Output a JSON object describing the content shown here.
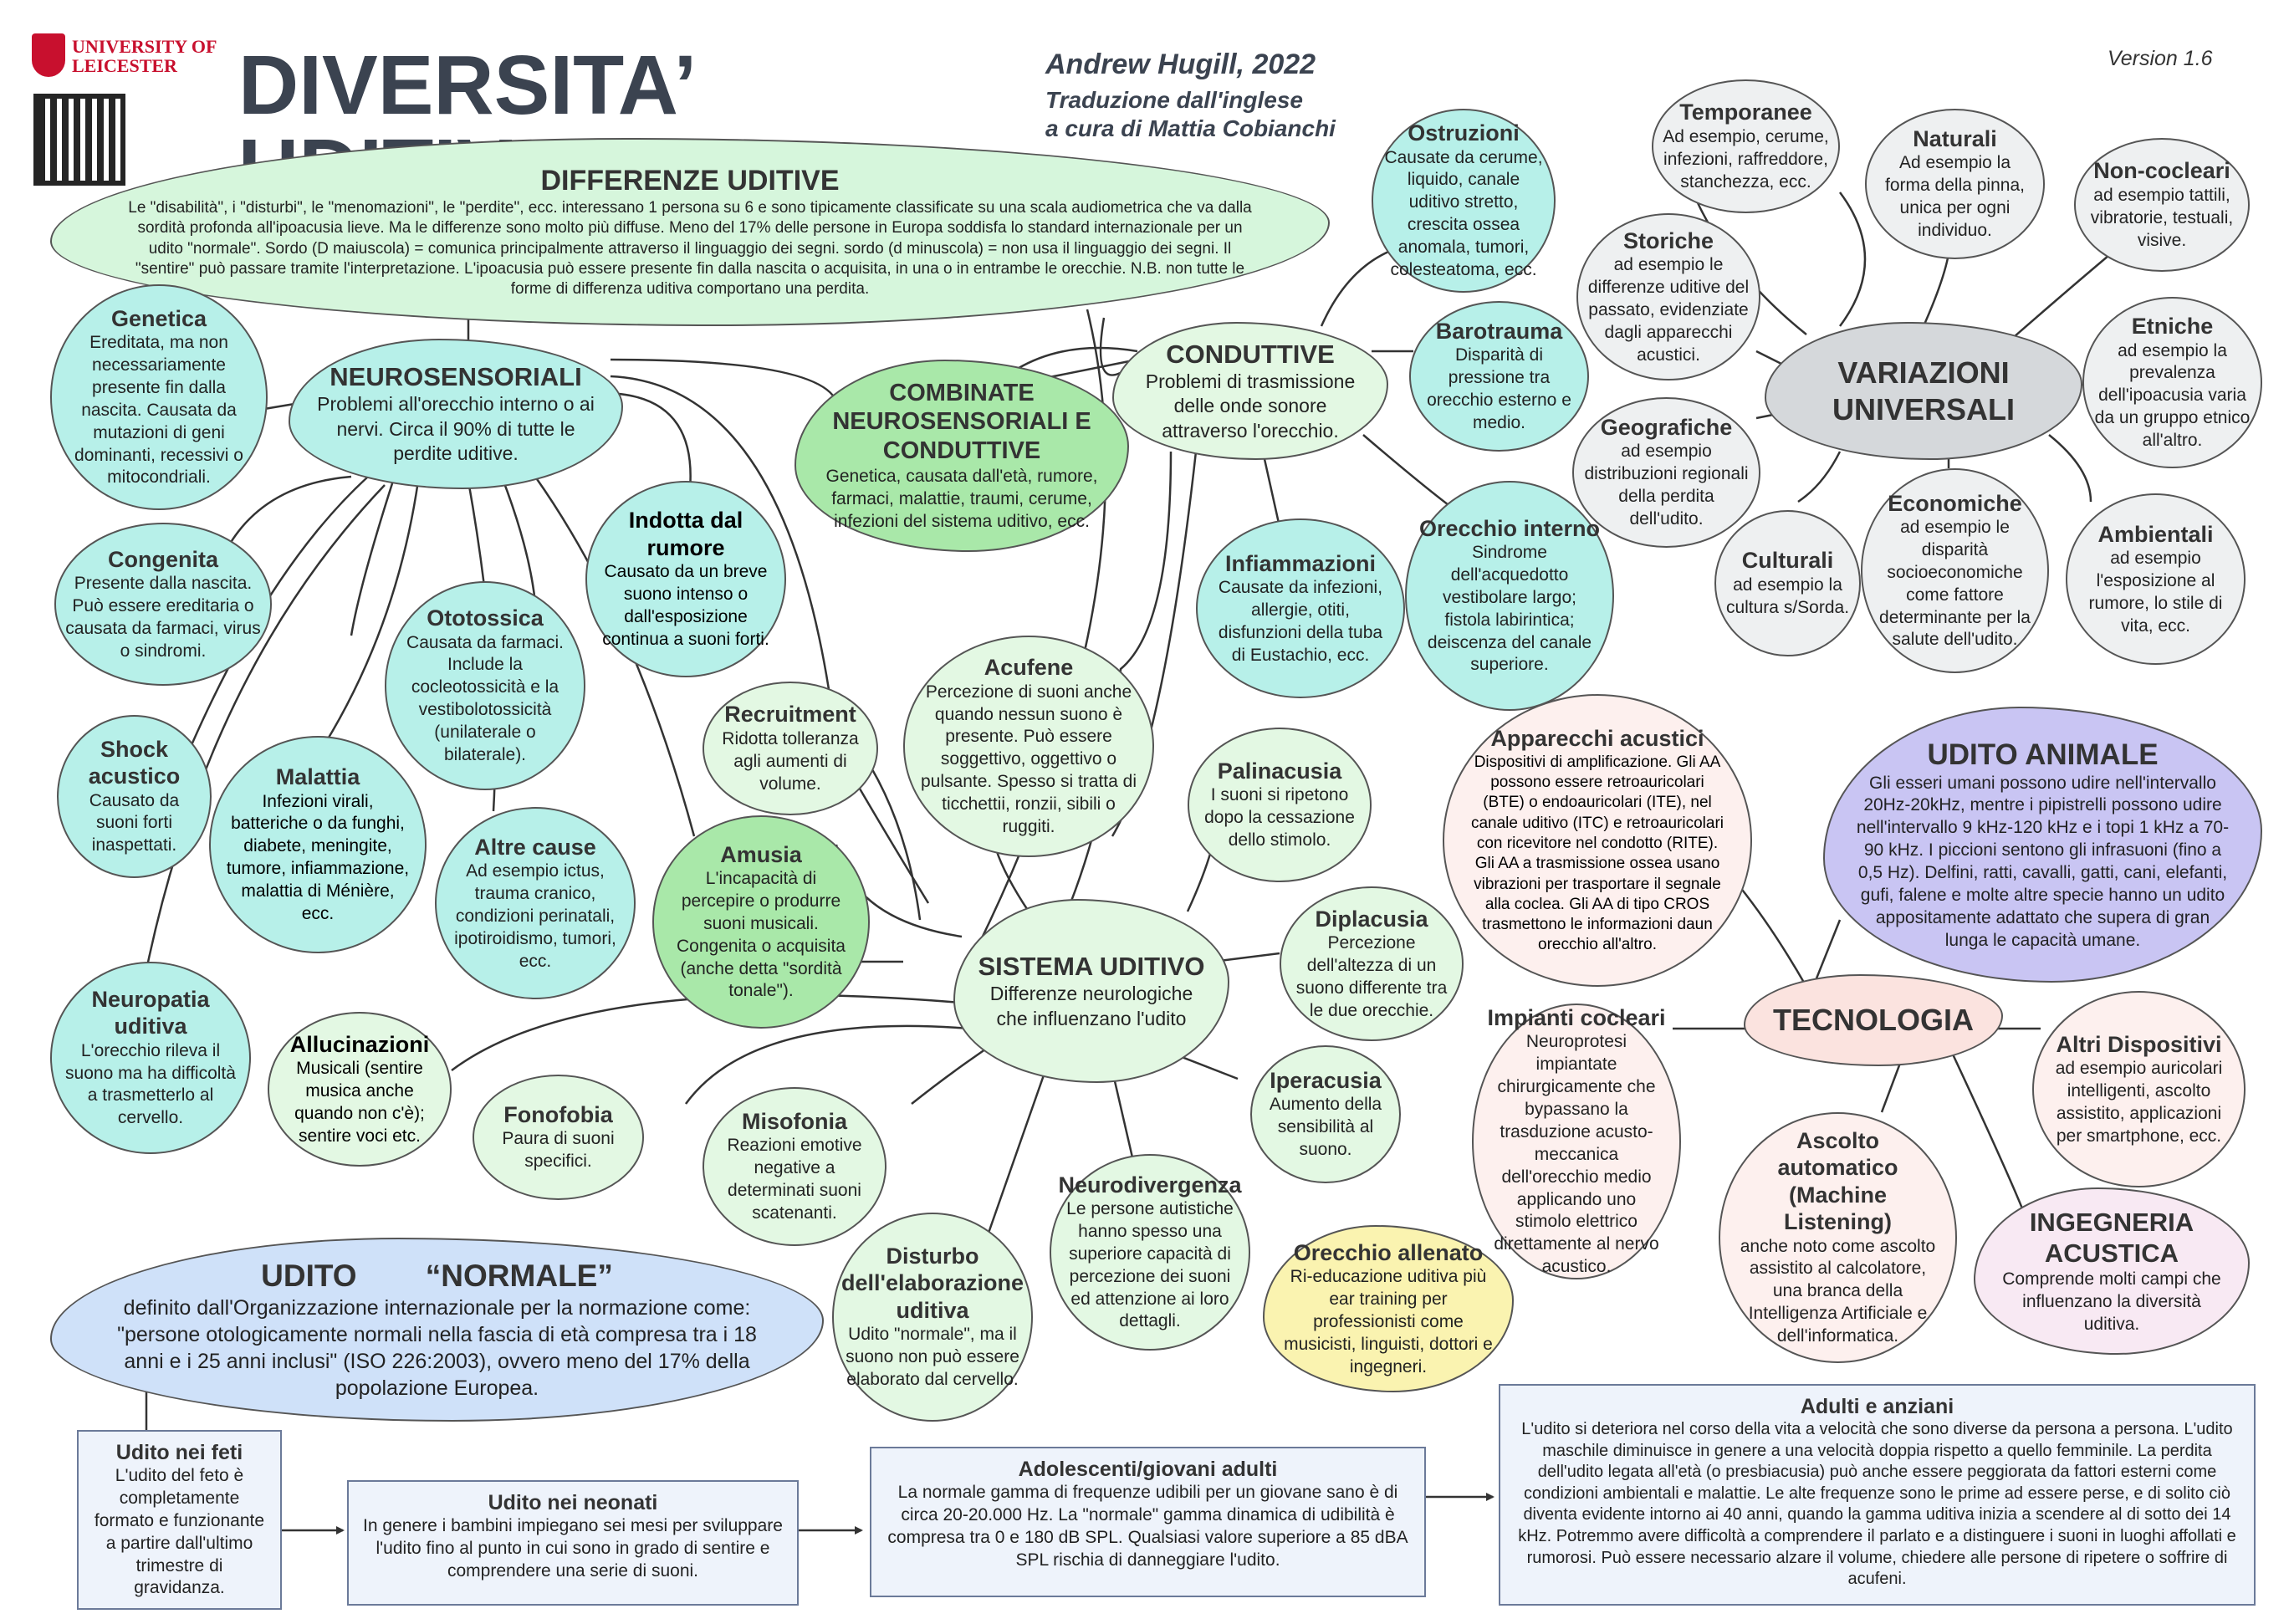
{
  "header": {
    "university": "UNIVERSITY OF LEICESTER",
    "title": "DIVERSITA’ UDITIVA",
    "author": "Andrew Hugill, 2022",
    "translation1": "Traduzione dall'inglese",
    "translation2": "a cura di Mattia Cobianchi",
    "version": "Version 1.6"
  },
  "differenze": {
    "title": "DIFFERENZE UDITIVE",
    "text": "Le \"disabilità\", i \"disturbi\", le \"menomazioni\", le \"perdite\", ecc. interessano 1 persona su 6 e sono tipicamente classificate su una scala audiometrica che va dalla sordità profonda all'ipoacusia lieve. Ma le differenze sono molto più diffuse. Meno del 17% delle persone in Europa soddisfa lo standard internazionale per un udito \"normale\". Sordo (D maiuscola) = comunica principalmente attraverso il linguaggio dei segni. sordo (d minuscola) = non usa il linguaggio dei segni. Il \"sentire\" può passare tramite l'interpretazione. L'ipoacusia può essere presente fin dalla nascita o acquisita, in una o in entrambe le orecchie. N.B. non tutte le forme di differenza uditiva comportano una perdita."
  },
  "nodes": {
    "genetica": {
      "title": "Genetica",
      "text": "Ereditata, ma non necessariamente presente fin dalla nascita. Causata da mutazioni di geni dominanti, recessivi o mitocondriali."
    },
    "neurosensoriali": {
      "title": "NEUROSENSORIALI",
      "text": "Problemi all'orecchio interno o ai nervi. Circa il 90% di tutte le perdite uditive."
    },
    "combinate": {
      "title": "COMBINATE NEUROSENSORIALI E CONDUTTIVE",
      "text": "Genetica, causata dall'età, rumore, farmaci, malattie, traumi, cerume, infezioni del sistema uditivo, ecc."
    },
    "conduttive": {
      "title": "CONDUTTIVE",
      "text": "Problemi di trasmissione delle onde sonore attraverso l'orecchio."
    },
    "ostruzioni": {
      "title": "Ostruzioni",
      "text": "Causate da cerume, liquido, canale uditivo stretto, crescita ossea anomala, tumori, colesteatoma, ecc."
    },
    "barotrauma": {
      "title": "Barotrauma",
      "text": "Disparità di pressione tra orecchio esterno e medio."
    },
    "congenita": {
      "title": "Congenita",
      "text": "Presente dalla nascita. Può essere ereditaria o causata da farmaci, virus o sindromi."
    },
    "indotta": {
      "title": "Indotta dal rumore",
      "text": "Causato da un breve suono intenso o dall'esposizione continua a suoni forti."
    },
    "ototossica": {
      "title": "Ototossica",
      "text": "Causata da farmaci. Include la cocleotossicità e la vestibolotossicità (unilaterale o bilaterale)."
    },
    "infiammazioni": {
      "title": "Infiammazioni",
      "text": "Causate da infezioni, allergie, otiti, disfunzioni della tuba di Eustachio, ecc."
    },
    "orecchio_interno": {
      "title": "Orecchio interno",
      "text": "Sindrome dell'acquedotto vestibolare largo; fistola labirintica; deiscenza del canale superiore."
    },
    "shock": {
      "title": "Shock acustico",
      "text": "Causato da suoni forti inaspettati."
    },
    "malattia": {
      "title": "Malattia",
      "text": "Infezioni virali, batteriche o da funghi, diabete, meningite, tumore, infiammazione, malattia di Ménière, ecc."
    },
    "recruitment": {
      "title": "Recruitment",
      "text": "Ridotta tolleranza agli aumenti di volume."
    },
    "acufene": {
      "title": "Acufene",
      "text": "Percezione di suoni anche quando nessun suono è presente. Può essere soggettivo, oggettivo o pulsante. Spesso si tratta di ticchettii, ronzii, sibili o ruggiti."
    },
    "palinacusia": {
      "title": "Palinacusia",
      "text": "I suoni si ripetono dopo la cessazione dello stimolo."
    },
    "altre": {
      "title": "Altre cause",
      "text": "Ad esempio ictus, trauma cranico, condizioni perinatali, ipotiroidismo, tumori, ecc."
    },
    "amusia": {
      "title": "Amusia",
      "text": "L'incapacità di percepire o produrre suoni musicali. Congenita o acquisita (anche detta \"sordità tonale\")."
    },
    "sistema": {
      "title": "SISTEMA UDITIVO",
      "text": "Differenze neurologiche che influenzano l'udito"
    },
    "diplacusia": {
      "title": "Diplacusia",
      "text": "Percezione dell'altezza di un suono differente tra le due orecchie."
    },
    "neuropatia": {
      "title": "Neuropatia uditiva",
      "text": "L'orecchio rileva il suono ma ha difficoltà a trasmetterlo al cervello."
    },
    "allucinazioni": {
      "title": "Allucinazioni",
      "text": "Musicali (sentire musica anche quando non c'è); sentire voci etc."
    },
    "fonofobia": {
      "title": "Fonofobia",
      "text": "Paura di suoni specifici."
    },
    "misofonia": {
      "title": "Misofonia",
      "text": "Reazioni emotive negative a determinati suoni scatenanti."
    },
    "iperacusia": {
      "title": "Iperacusia",
      "text": "Aumento della sensibilità al suono."
    },
    "neurodivergenza": {
      "title": "Neurodivergenza",
      "text": "Le persone autistiche hanno spesso una superiore capacità di percezione dei suoni ed attenzione ai loro dettagli."
    },
    "disturbo": {
      "title": "Disturbo dell'elaborazione uditiva",
      "text": "Udito \"normale\", ma il suono non può essere elaborato dal cervello."
    },
    "allenato": {
      "title": "Orecchio allenato",
      "text": "Ri-educazione uditiva più ear training per professionisti come musicisti, linguisti, dottori e ingegneri."
    },
    "temporanee": {
      "title": "Temporanee",
      "text": "Ad esempio, cerume, infezioni, raffreddore, stanchezza, ecc."
    },
    "naturali": {
      "title": "Naturali",
      "text": "Ad esempio la forma della pinna, unica per ogni individuo."
    },
    "noncocleari": {
      "title": "Non-cocleari",
      "text": "ad esempio tattili, vibratorie, testuali, visive."
    },
    "storiche": {
      "title": "Storiche",
      "text": "ad esempio le differenze uditive del passato, evidenziate dagli apparecchi acustici."
    },
    "variazioni": {
      "title": "VARIAZIONI UNIVERSALI"
    },
    "etniche": {
      "title": "Etniche",
      "text": "ad esempio la prevalenza dell'ipoacusia varia da un gruppo etnico all'altro."
    },
    "geografiche": {
      "title": "Geografiche",
      "text": "ad esempio distribuzioni regionali della perdita dell'udito."
    },
    "culturali": {
      "title": "Culturali",
      "text": "ad esempio la cultura s/Sorda."
    },
    "economiche": {
      "title": "Economiche",
      "text": "ad esempio le disparità socioeconomiche come fattore determinante per la salute dell'udito."
    },
    "ambientali": {
      "title": "Ambientali",
      "text": "ad esempio l'esposizione al rumore, lo stile di vita, ecc."
    },
    "apparecchi": {
      "title": "Apparecchi acustici",
      "text": "Dispositivi di amplificazione. Gli AA possono essere retroauricolari (BTE) o endoauricolari (ITE), nel canale uditivo (ITC) e retroauricolari con ricevitore nel condotto (RITE). Gli AA a trasmissione ossea usano vibrazioni per trasportare il segnale alla coclea. Gli AA di tipo CROS trasmettono le informazioni daun orecchio all'altro."
    },
    "animale": {
      "title": "UDITO ANIMALE",
      "text": "Gli esseri umani possono udire nell'intervallo 20Hz-20kHz, mentre i pipistrelli possono udire nell'intervallo 9 kHz-120 kHz e i topi 1 kHz a 70-90 kHz. I piccioni sentono gli infrasuoni (fino a 0,5 Hz). Delfini, ratti, cavalli, gatti, cani, elefanti, gufi, falene e molte altre specie hanno un udito appositamente adattato che supera di gran lunga le capacità umane."
    },
    "tecnologia": {
      "title": "TECNOLOGIA"
    },
    "impianti": {
      "title": "Impianti cocleari",
      "text": "Neuroprotesi impiantate chirurgicamente che bypassano la trasduzione acusto-meccanica dell'orecchio medio applicando uno stimolo elettrico direttamente al nervo acustico."
    },
    "altri": {
      "title": "Altri Dispositivi",
      "text": "ad esempio auricolari intelligenti, ascolto assistito, applicazioni per smartphone, ecc."
    },
    "ascolto": {
      "title": "Ascolto automatico (Machine Listening)",
      "text": "anche noto come ascolto assistito al calcolatore, una branca della Intelligenza Artificiale e dell'informatica."
    },
    "ingegneria": {
      "title": "INGEGNERIA ACUSTICA",
      "text": "Comprende molti campi che influenzano la diversità uditiva."
    }
  },
  "normale": {
    "title": "UDITO        “NORMALE”",
    "text": "definito dall'Organizzazione internazionale per la normazione come: \"persone otologicamente normali nella fascia di età compresa tra i 18 anni e i 25 anni inclusi\" (ISO 226:2003), ovvero meno del 17% della popolazione Europea."
  },
  "timeline": {
    "feti": {
      "title": "Udito nei feti",
      "text": "L'udito del feto è completamente formato e funzionante a partire dall'ultimo trimestre di gravidanza."
    },
    "neonati": {
      "title": "Udito nei neonati",
      "text": "In genere i bambini impiegano sei mesi per sviluppare l'udito fino al punto in cui sono in grado di sentire e comprendere una serie di suoni."
    },
    "adolescenti": {
      "title": "Adolescenti/giovani adulti",
      "text": "La normale gamma di frequenze udibili per un giovane sano è di circa 20-20.000 Hz. La \"normale\" gamma dinamica di udibilità è compresa tra 0 e 180 dB SPL. Qualsiasi valore superiore a 85 dBA SPL rischia di danneggiare l'udito."
    },
    "adulti": {
      "title": "Adulti e anziani",
      "text": "L'udito si deteriora nel corso della vita a velocità che sono diverse da persona a persona. L'udito maschile diminuisce in genere a una velocità doppia rispetto a quello femminile. La perdita dell'udito legata all'età (o presbiacusia) può anche essere peggiorata da fattori esterni come condizioni ambientali e malattie. Le alte frequenze sono le prime ad essere perse, e di solito ciò diventa evidente intorno ai 40 anni, quando la gamma uditiva inizia a scendere al di sotto dei 14 kHz. Potremmo avere difficoltà a comprendere il parlato e a distinguere i suoni in luoghi affollati e rumorosi. Può essere necessario alzare il volume, chiedere alle persone di ripetere o soffrire di acufeni."
    }
  }
}
